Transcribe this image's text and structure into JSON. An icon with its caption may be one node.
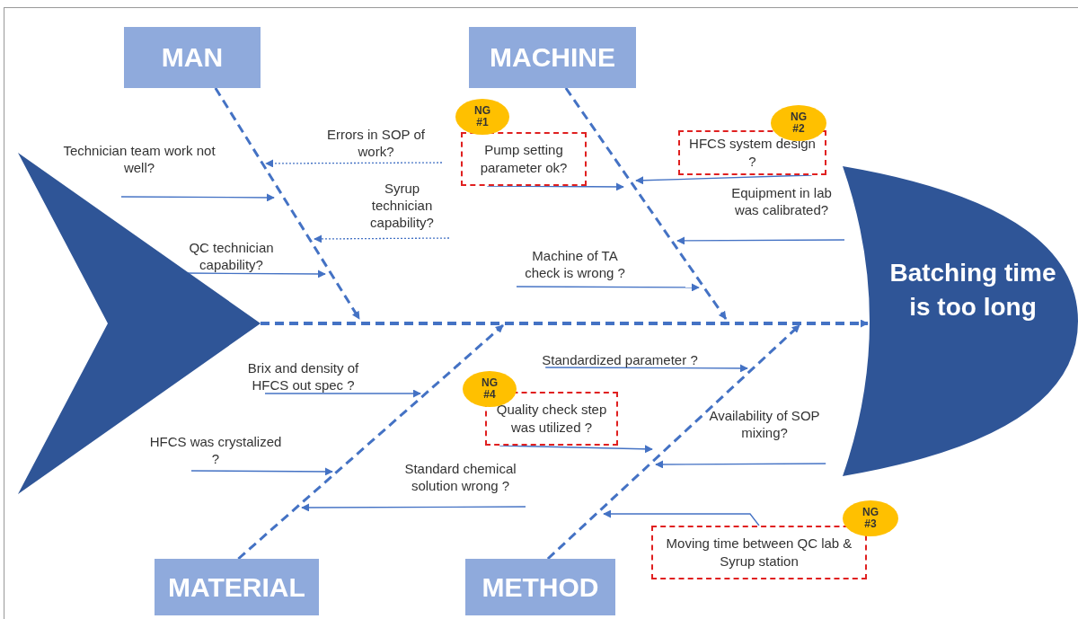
{
  "diagram": {
    "nodes": [
      {
        "text": [
          "MAN"
        ]
      },
      {
        "text": [
          "MACHINE"
        ]
      },
      {
        "text": [],
        "shape": "triangle"
      },
      {
        "text": [
          "Batching time is too long"
        ]
      },
      {
        "text": [
          "Errors in SOP of work?"
        ]
      },
      {
        "text": [
          "Technician team work not well?"
        ]
      },
      {
        "text": [
          "Syrup technician capability?"
        ]
      },
      {
        "text": [
          "QC technician capability?"
        ]
      },
      {
        "text": [
          "NG #1"
        ]
      },
      {
        "text": [
          "Pump setting parameter ok?"
        ]
      },
      {
        "text": [
          "NG #2"
        ]
      },
      {
        "text": [
          "HFCS system design ?"
        ]
      },
      {
        "text": [
          "Equipment in lab was calibrated?"
        ]
      },
      {
        "text": [
          "Machine of TA check is wrong ?"
        ]
      },
      {
        "text": [
          "Brix and density of HFCS out spec ?"
        ]
      },
      {
        "text": [
          "HFCS was crystalized ?"
        ]
      },
      {
        "text": [
          "Standard chemical solution wrong ?"
        ]
      },
      {
        "text": [
          "Standardized parameter ?"
        ]
      },
      {
        "text": [
          "NG #4"
        ]
      },
      {
        "text": [
          "Quality check step was utilized ?"
        ]
      },
      {
        "text": [
          "Availability of SOP mixing?"
        ]
      },
      {
        "text": [
          "NG #3"
        ]
      },
      {
        "text": [
          "Moving time between QC lab & Syrup station"
        ]
      },
      {
        "text": [
          "MATERIAL"
        ]
      },
      {
        "text": [
          "METHOD"
        ]
      }
    ],
    "edges": [
      {
        "from": 2,
        "to": 3,
        "arrow": "to",
        "style": "dashed"
      },
      {
        "from": 0,
        "to": null,
        "arrow": "to",
        "style": "dashed"
      },
      {
        "from": 1,
        "to": null,
        "arrow": "to",
        "style": "dashed"
      },
      {
        "from": 23,
        "to": null,
        "arrow": "to",
        "style": "dashed"
      },
      {
        "from": 24,
        "to": null,
        "arrow": "to",
        "style": "dashed"
      },
      {
        "from": 4,
        "to": null,
        "arrow": "to",
        "style": "dashed"
      },
      {
        "from": 5,
        "to": null,
        "arrow": "to"
      },
      {
        "from": 6,
        "to": null,
        "arrow": "to",
        "style": "dashed"
      },
      {
        "from": 7,
        "to": null,
        "arrow": "to"
      },
      {
        "from": 9,
        "to": null,
        "arrow": "to"
      },
      {
        "from": 11,
        "to": null,
        "arrow": "to"
      },
      {
        "from": 12,
        "to": null,
        "arrow": "to"
      },
      {
        "from": 13,
        "to": null,
        "arrow": "to"
      },
      {
        "from": 14,
        "to": null,
        "arrow": "to"
      },
      {
        "from": 15,
        "to": null,
        "arrow": "to"
      },
      {
        "from": 16,
        "to": null,
        "arrow": "to"
      },
      {
        "from": 17,
        "to": null,
        "arrow": "to"
      },
      {
        "from": 19,
        "to": null,
        "arrow": "to"
      },
      {
        "from": 20,
        "to": null,
        "arrow": "to"
      },
      {
        "from": 22,
        "to": null,
        "arrow": "to"
      }
    ]
  }
}
